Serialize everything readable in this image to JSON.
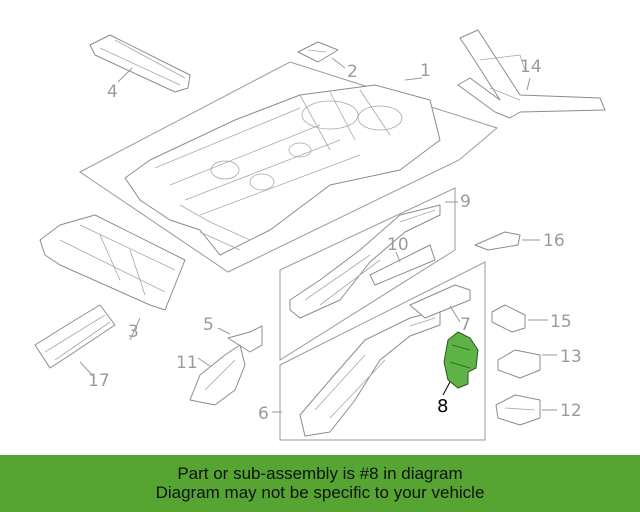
{
  "callouts": [
    "1",
    "2",
    "3",
    "4",
    "5",
    "6",
    "7",
    "8",
    "9",
    "10",
    "11",
    "12",
    "13",
    "14",
    "15",
    "16",
    "17"
  ],
  "highlight_part": "8",
  "colors": {
    "banner": "#56a533",
    "highlight": "#5db346",
    "line": "#8c8c8c"
  },
  "banner": {
    "line1": "Part or sub-assembly is #8 in diagram",
    "line2": "Diagram may not be specific to your vehicle"
  }
}
